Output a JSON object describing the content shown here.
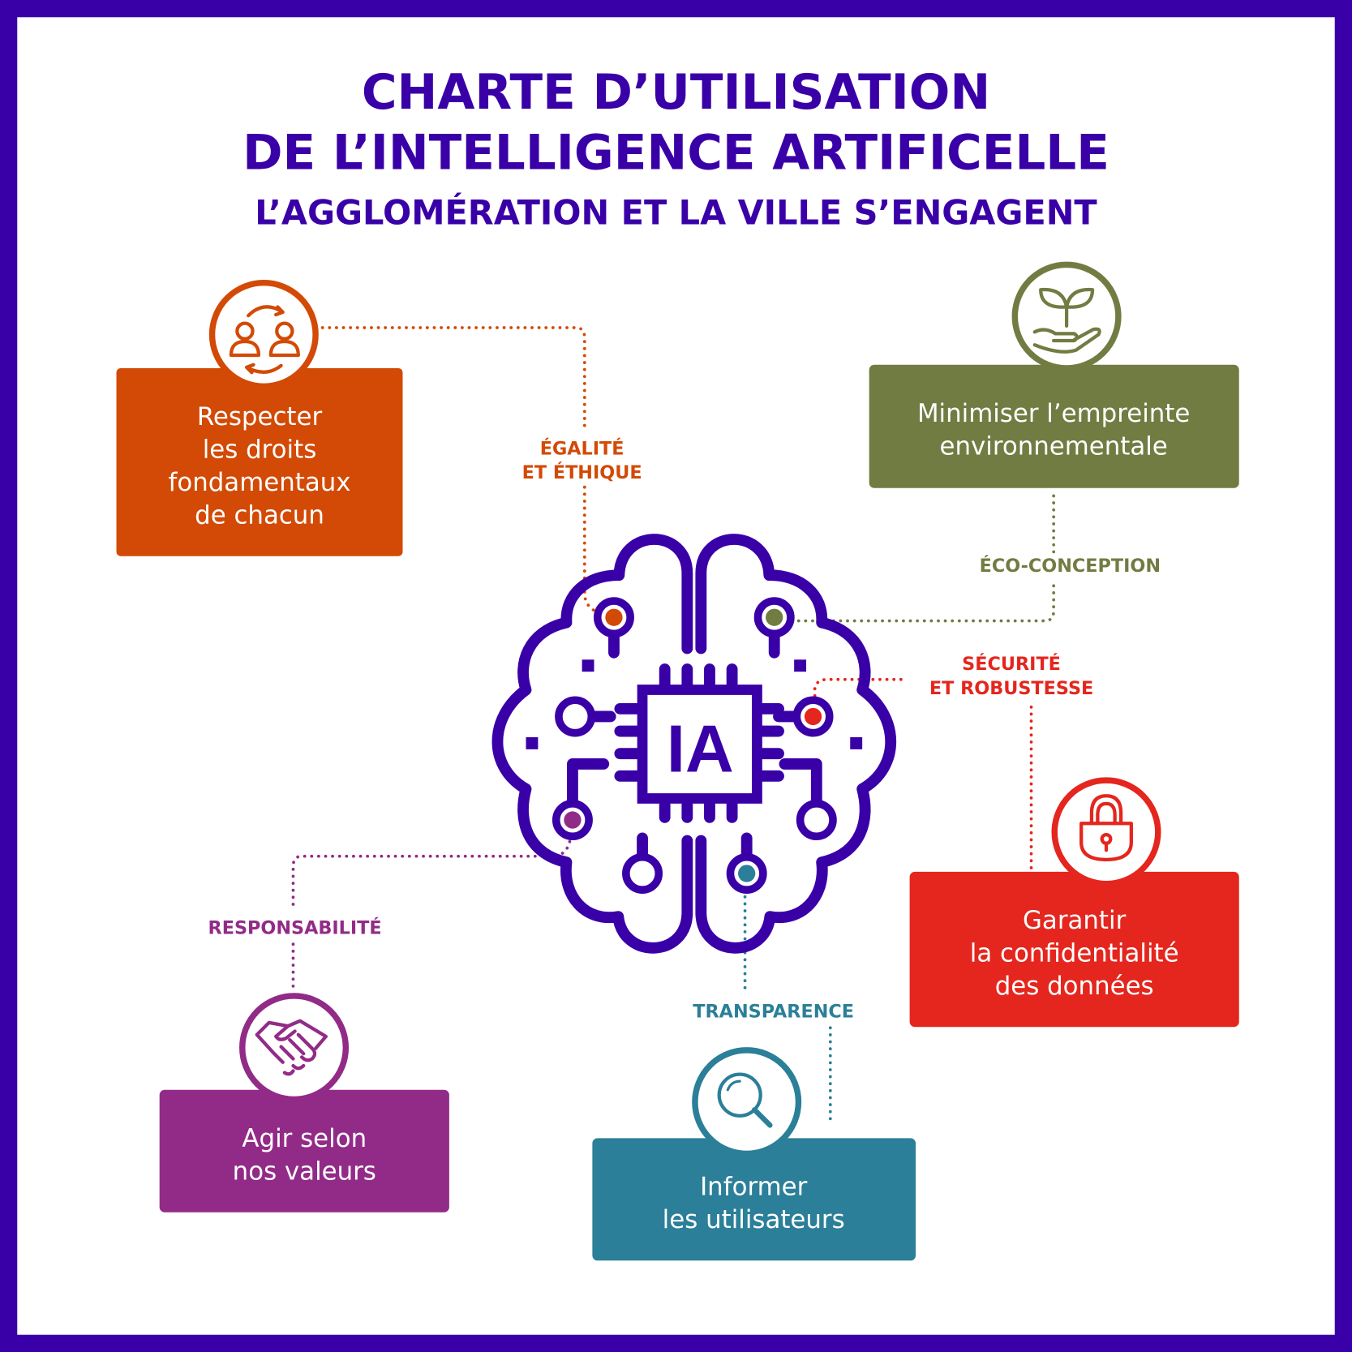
{
  "header": {
    "title_line1": "CHARTE D’UTILISATION",
    "title_line2": "DE L’INTELLIGENCE ARTIFICELLE",
    "subtitle": "L’AGGLOMÉRATION ET LA VILLE S’ENGAGENT"
  },
  "center": {
    "label": "IA",
    "icon": "brain-chip-icon"
  },
  "colors": {
    "frame": "#3A00A8",
    "orange": "#D24A06",
    "green": "#717C42",
    "red": "#E4261E",
    "purple": "#922B87",
    "teal": "#2B7F98"
  },
  "principles": [
    {
      "icon": "people-exchange-icon",
      "label": "ÉGALITÉ|ET ÉTHIQUE",
      "label_lines": [
        "ÉGALITÉ",
        "ET ÉTHIQUE"
      ],
      "lines": [
        "Respecter",
        "les droits",
        "fondamentaux",
        "de chacun"
      ]
    },
    {
      "icon": "plant-hand-icon",
      "label_lines": [
        "ÉCO-CONCEPTION"
      ],
      "lines": [
        "Minimiser l’empreinte",
        "environnementale"
      ]
    },
    {
      "icon": "lock-icon",
      "label_lines": [
        "SÉCURITÉ",
        "ET ROBUSTESSE"
      ],
      "lines": [
        "Garantir",
        "la confidentialité",
        "des données"
      ]
    },
    {
      "icon": "handshake-icon",
      "label_lines": [
        "RESPONSABILITÉ"
      ],
      "lines": [
        "Agir selon",
        "nos valeurs"
      ]
    },
    {
      "icon": "magnifier-icon",
      "label_lines": [
        "TRANSPARENCE"
      ],
      "lines": [
        "Informer",
        "les utilisateurs"
      ]
    }
  ]
}
